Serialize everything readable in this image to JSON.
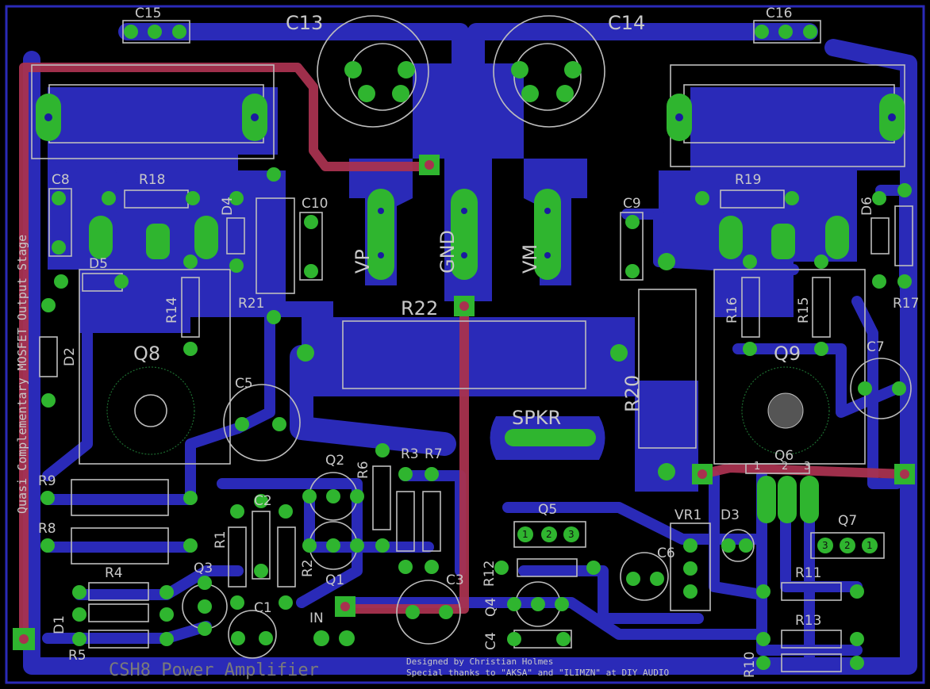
{
  "board": {
    "title": "CSH8 Power Amplifier",
    "credit_line1": "Designed by Christian Holmes",
    "credit_line2": "Special thanks to \"AKSA\" and \"ILIMZN\" at DIY AUDIO",
    "side_label": "Quasi Complementary MOSFET Output Stage"
  },
  "nets": {
    "vp": "VP",
    "gnd": "GND",
    "vm": "VM",
    "spkr": "SPKR",
    "in": "IN"
  },
  "components": {
    "c13": "C13",
    "c14": "C14",
    "c15": "C15",
    "c16": "C16",
    "c8": "C8",
    "c9": "C9",
    "c10": "C10",
    "c5": "C5",
    "c7": "C7",
    "c2": "C2",
    "c1": "C1",
    "c3": "C3",
    "c4": "C4",
    "c6": "C6",
    "r18": "R18",
    "r19": "R19",
    "r14": "R14",
    "r21": "R21",
    "r22": "R22",
    "r20": "R20",
    "r16": "R16",
    "r15": "R15",
    "r17": "R17",
    "r9": "R9",
    "r8": "R8",
    "r4": "R4",
    "r5": "R5",
    "r1": "R1",
    "r2": "R2",
    "r3": "R3",
    "r6": "R6",
    "r7": "R7",
    "r12": "R12",
    "r11": "R11",
    "r13": "R13",
    "r10": "R10",
    "d1": "D1",
    "d2": "D2",
    "d3": "D3",
    "d4": "D4",
    "d5": "D5",
    "d6": "D6",
    "q1": "Q1",
    "q2": "Q2",
    "q3": "Q3",
    "q4": "Q4",
    "q5": "Q5",
    "q6": "Q6",
    "q7": "Q7",
    "q8": "Q8",
    "q9": "Q9",
    "vr1": "VR1"
  },
  "pins": {
    "q5_1": "1",
    "q5_2": "2",
    "q5_3": "3",
    "q6_1": "1",
    "q6_2": "2",
    "q6_3": "3",
    "q7_1": "1",
    "q7_2": "2",
    "q7_3": "3"
  },
  "colors": {
    "background": "#000000",
    "copper_bottom": "#2a2ab8",
    "copper_top": "#a8324f",
    "pad": "#2fb52f",
    "silkscreen": "#bdbdbd"
  }
}
